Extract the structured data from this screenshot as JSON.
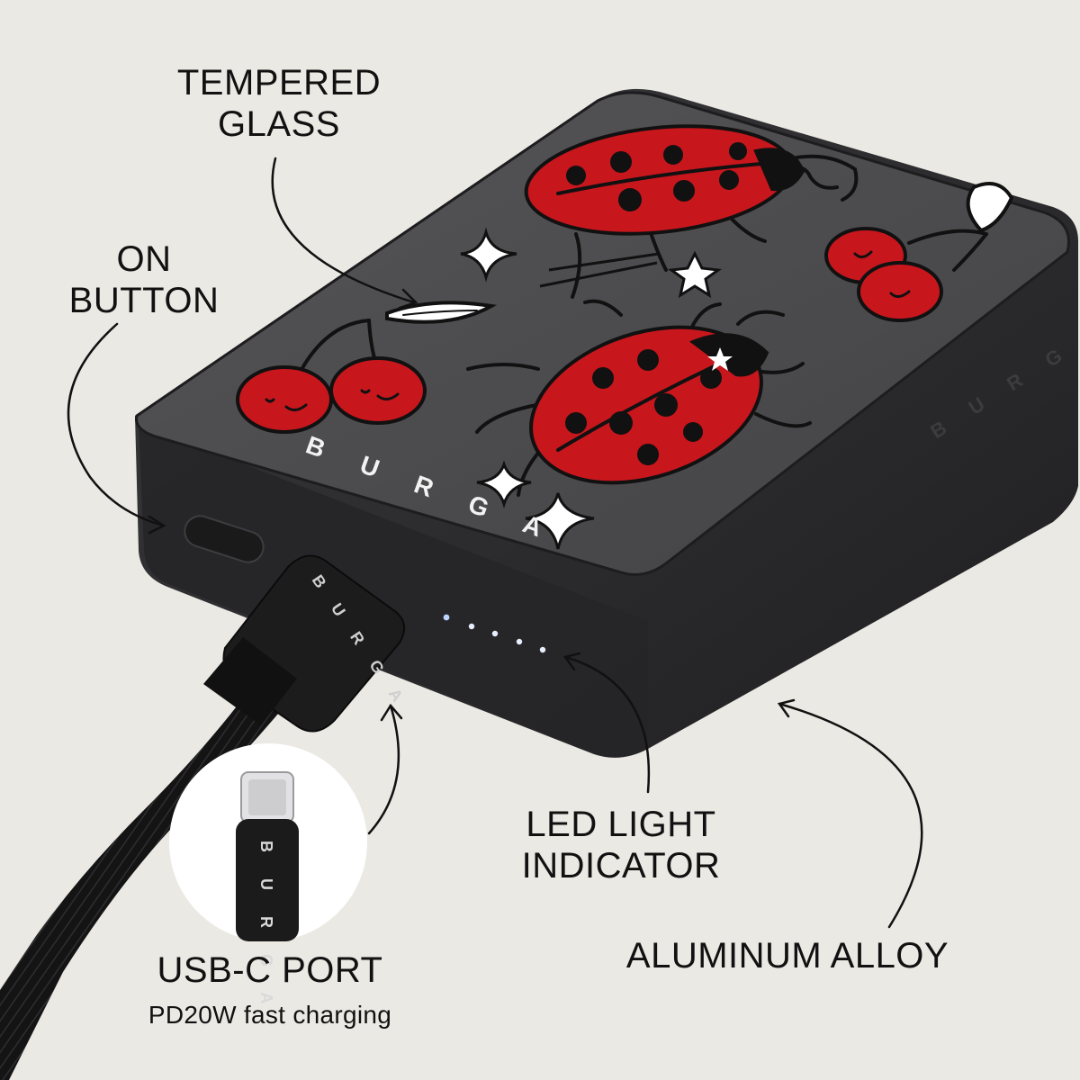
{
  "callouts": {
    "tempered_glass": [
      "TEMPERED",
      "GLASS"
    ],
    "on_button": [
      "ON",
      "BUTTON"
    ],
    "led_indicator": [
      "LED LIGHT",
      "INDICATOR"
    ],
    "aluminum_alloy": "ALUMINUM ALLOY",
    "usb_port": "USB-C PORT",
    "usb_port_detail": "PD20W fast charging"
  },
  "brand": {
    "name": "BURGA",
    "top_logo": "B U R G A",
    "side_logo": "B U R G A",
    "cable_logo": "B U R G A"
  },
  "colors": {
    "background": "#ebe9e4",
    "device_top": "#4a4a4c",
    "device_side": "#2a2a2c",
    "ladybug_red": "#c8161d",
    "outline": "#111111",
    "led": "#dfe8ff"
  },
  "icons": {
    "ladybug": "ladybug-icon",
    "cherry": "cherry-icon",
    "sparkle": "sparkle-icon",
    "star": "star-icon",
    "arrow": "curved-arrow-icon"
  },
  "led_count": 5
}
